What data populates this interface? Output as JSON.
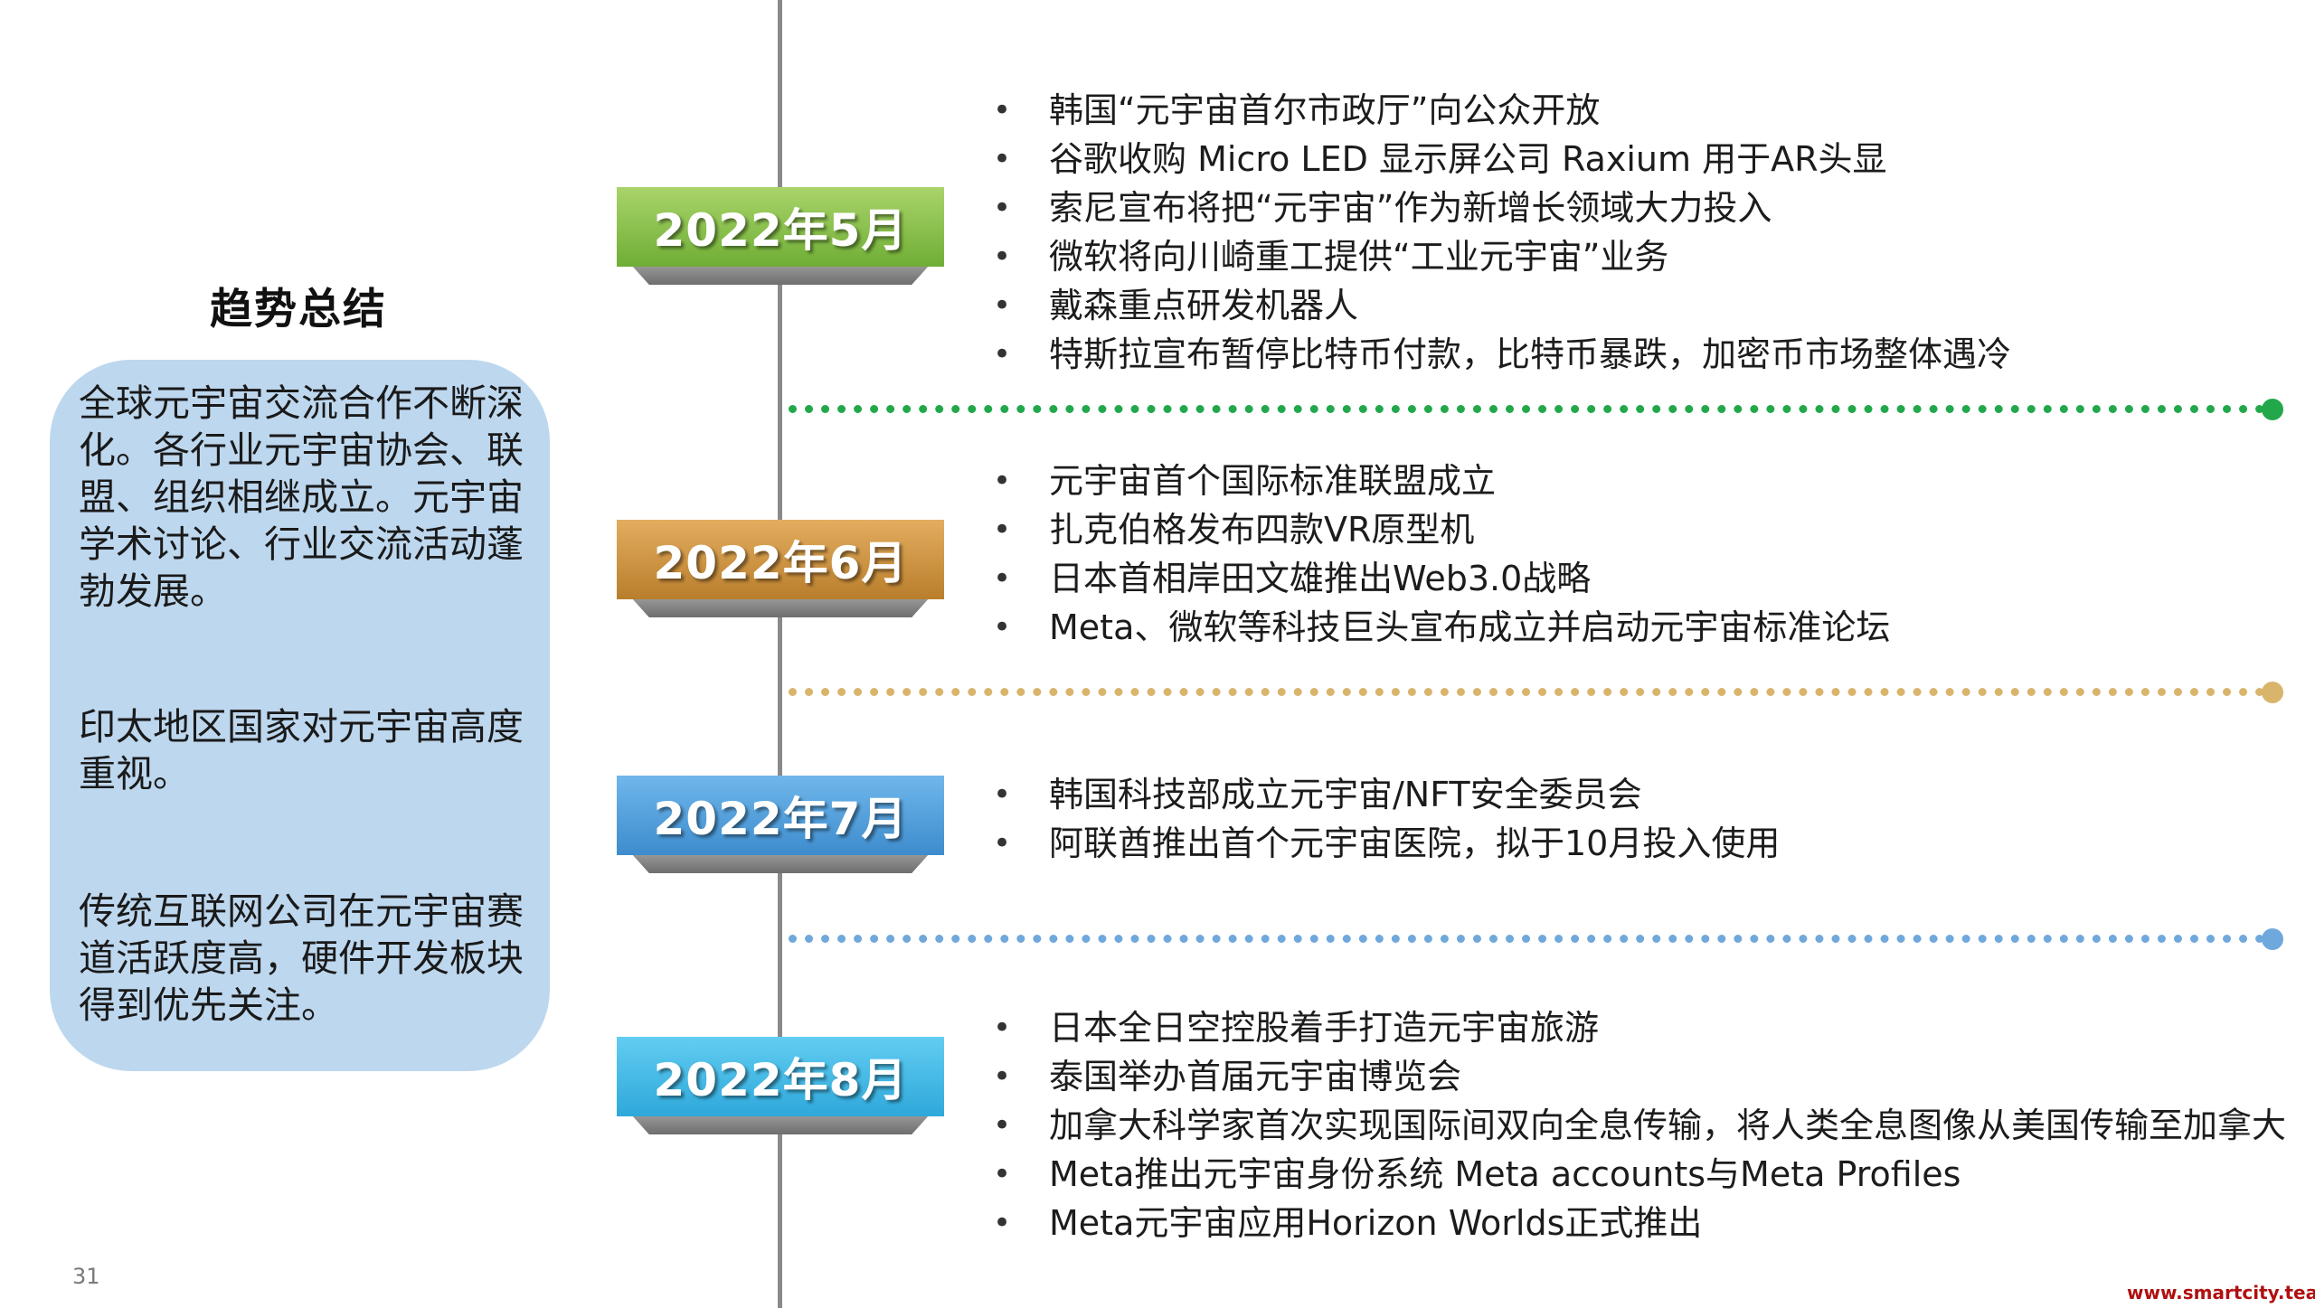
{
  "summary": {
    "title": "趋势总结",
    "paragraphs": [
      "全球元宇宙交流合作不断深化。各行业元宇宙协会、联盟、组织相继成立。元宇宙学术讨论、行业交流活动蓬勃发展。",
      "印太地区国家对元宇宙高度重视。",
      "传统互联网公司在元宇宙赛道活跃度高，硬件开发板块得到优先关注。"
    ]
  },
  "timeline": [
    {
      "label": "2022年5月",
      "color": "#7ab640",
      "events": [
        "韩国“元宇宙首尔市政厅”向公众开放",
        "谷歌收购 Micro LED 显示屏公司 Raxium 用于AR头显",
        "索尼宣布将把“元宇宙”作为新增长领域大力投入",
        "微软将向川崎重工提供“工业元宇宙”业务",
        "戴森重点研发机器人",
        "特斯拉宣布暂停比特币付款，比特币暴跌，加密币市场整体遇冷"
      ]
    },
    {
      "label": "2022年6月",
      "color": "#c99b5a",
      "events": [
        "元宇宙首个国际标准联盟成立",
        "扎克伯格发布四款VR原型机",
        "日本首相岸田文雄推出Web3.0战略",
        "Meta、微软等科技巨头宣布成立并启动元宇宙标准论坛"
      ]
    },
    {
      "label": "2022年7月",
      "color": "#4f9ad6",
      "events": [
        "韩国科技部成立元宇宙/NFT安全委员会",
        "阿联酋推出首个元宇宙医院，拟于10月投入使用"
      ]
    },
    {
      "label": "2022年8月",
      "color": "#33b1de",
      "events": [
        "日本全日空控股着手打造元宇宙旅游",
        "泰国举办首届元宇宙博览会",
        "加拿大科学家首次实现国际间双向全息传输，将人类全息图像从美国传输至加拿大",
        "Meta推出元宇宙身份系统 Meta accounts与Meta Profiles",
        "Meta元宇宙应用Horizon Worlds正式推出"
      ]
    }
  ],
  "dividers": [
    {
      "color": "#22a84a"
    },
    {
      "color": "#d9b46b"
    },
    {
      "color": "#6fa8dc"
    }
  ],
  "page_number": "31",
  "footer": "www.smartcity.team"
}
